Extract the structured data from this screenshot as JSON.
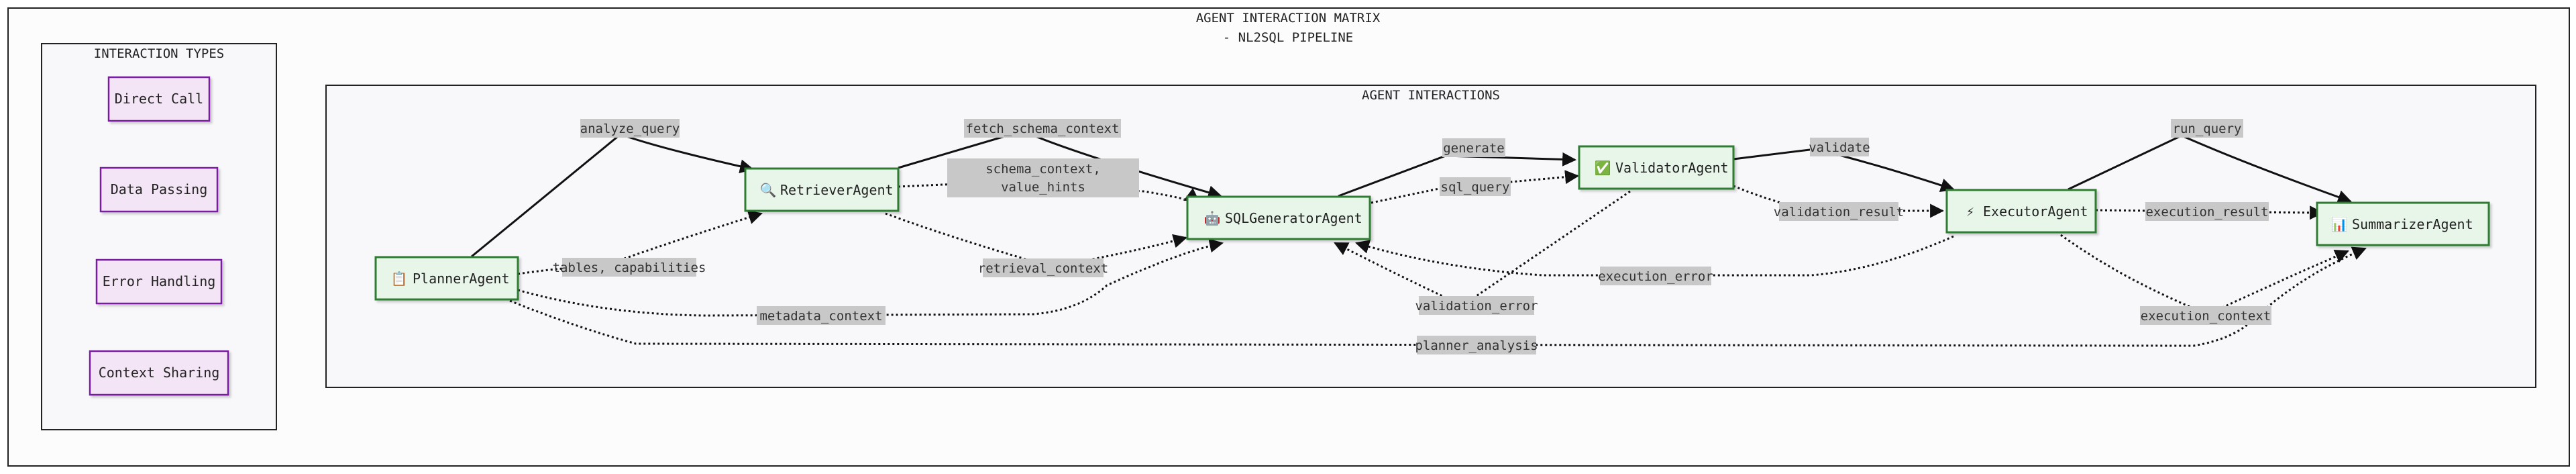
{
  "diagram": {
    "title_line1": "AGENT INTERACTION MATRIX",
    "title_line2": "- NL2SQL PIPELINE",
    "legend": {
      "title": "INTERACTION TYPES",
      "items": [
        {
          "label": "Direct Call"
        },
        {
          "label": "Data Passing"
        },
        {
          "label": "Error Handling"
        },
        {
          "label": "Context Sharing"
        }
      ]
    },
    "interactions_title": "AGENT INTERACTIONS",
    "agents": {
      "planner": {
        "icon": "📋",
        "label": "PlannerAgent"
      },
      "retriever": {
        "icon": "🔍",
        "label": "RetrieverAgent"
      },
      "sqlgen": {
        "icon": "🤖",
        "label": "SQLGeneratorAgent"
      },
      "validator": {
        "icon": "✅",
        "label": "ValidatorAgent"
      },
      "executor": {
        "icon": "⚡",
        "label": "ExecutorAgent"
      },
      "summarizer": {
        "icon": "📊",
        "label": "SummarizerAgent"
      }
    },
    "edges": {
      "analyze_query": "analyze_query",
      "tables_capabilities": "tables, capabilities",
      "fetch_schema_context": "fetch_schema_context",
      "schema_context_1": "schema_context,",
      "schema_context_2": "value_hints",
      "retrieval_context": "retrieval_context",
      "metadata_context": "metadata_context",
      "generate": "generate",
      "sql_query": "sql_query",
      "validation_error": "validation_error",
      "validate": "validate",
      "validation_result": "validation_result",
      "execution_error": "execution_error",
      "run_query": "run_query",
      "execution_result": "execution_result",
      "execution_context": "execution_context",
      "planner_analysis": "planner_analysis"
    },
    "colors": {
      "agent_fill": "#e8f5e9",
      "agent_stroke": "#2e7d32",
      "legend_fill": "#f3e5f5",
      "legend_stroke": "#7b1fa2",
      "label_bg": "#c8c8c8",
      "frame_bg": "#fcfcfd"
    }
  }
}
